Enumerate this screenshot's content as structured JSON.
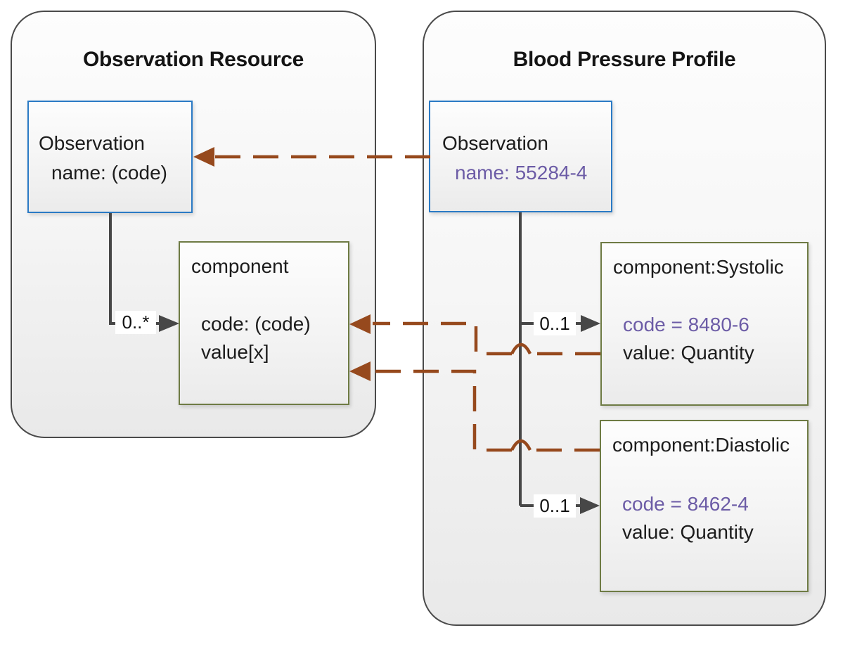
{
  "left_panel": {
    "title": "Observation Resource",
    "observation_box": {
      "name": "Observation",
      "attr": "name: (code)"
    },
    "component_box": {
      "name": "component",
      "attr1": "code: (code)",
      "attr2": "value[x]"
    },
    "multiplicity": "0..*"
  },
  "right_panel": {
    "title": "Blood Pressure Profile",
    "observation_box": {
      "name": "Observation",
      "attr": "name: 55284-4"
    },
    "systolic_box": {
      "name": "component:Systolic",
      "attr1": "code = 8480-6",
      "attr2": "value: Quantity"
    },
    "diastolic_box": {
      "name": "component:Diastolic",
      "attr1": "code = 8462-4",
      "attr2": "value: Quantity"
    },
    "systolic_multiplicity": "0..1",
    "diastolic_multiplicity": "0..1"
  },
  "colors": {
    "panel_border": "#4a4a4a",
    "blue_box_border": "#2a7ac5",
    "olive_box_border": "#6e7b44",
    "solid_connector": "#474747",
    "dashed_connector": "#96491d",
    "constraint_text": "#6c5ca6",
    "text": "#1c1c1c"
  }
}
